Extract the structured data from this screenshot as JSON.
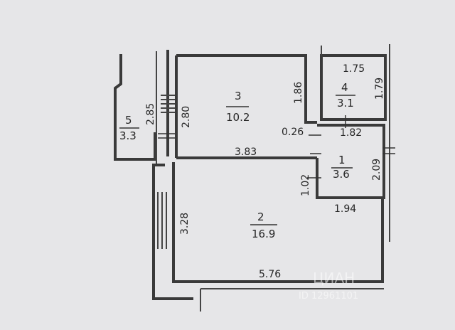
{
  "plan": {
    "rooms": [
      {
        "id": "1",
        "area": "3.6"
      },
      {
        "id": "2",
        "area": "16.9"
      },
      {
        "id": "3",
        "area": "10.2"
      },
      {
        "id": "4",
        "area": "3.1"
      },
      {
        "id": "5",
        "area": "3.3"
      }
    ],
    "dimensions": {
      "top_right_width": "1.75",
      "top_right_height": "1.79",
      "room3_right": "1.86",
      "room3_left": "2.80",
      "balcony_height": "2.85",
      "door_gap": "0.26",
      "room1_width_top": "1.82",
      "room1_height_right": "2.09",
      "room3_bottom": "3.83",
      "room1_left": "1.02",
      "room1_bottom": "1.94",
      "room2_left": "3.28",
      "room2_bottom": "5.76"
    }
  },
  "watermark": {
    "brand": "ЦИАН",
    "id": "ID 12961101"
  }
}
